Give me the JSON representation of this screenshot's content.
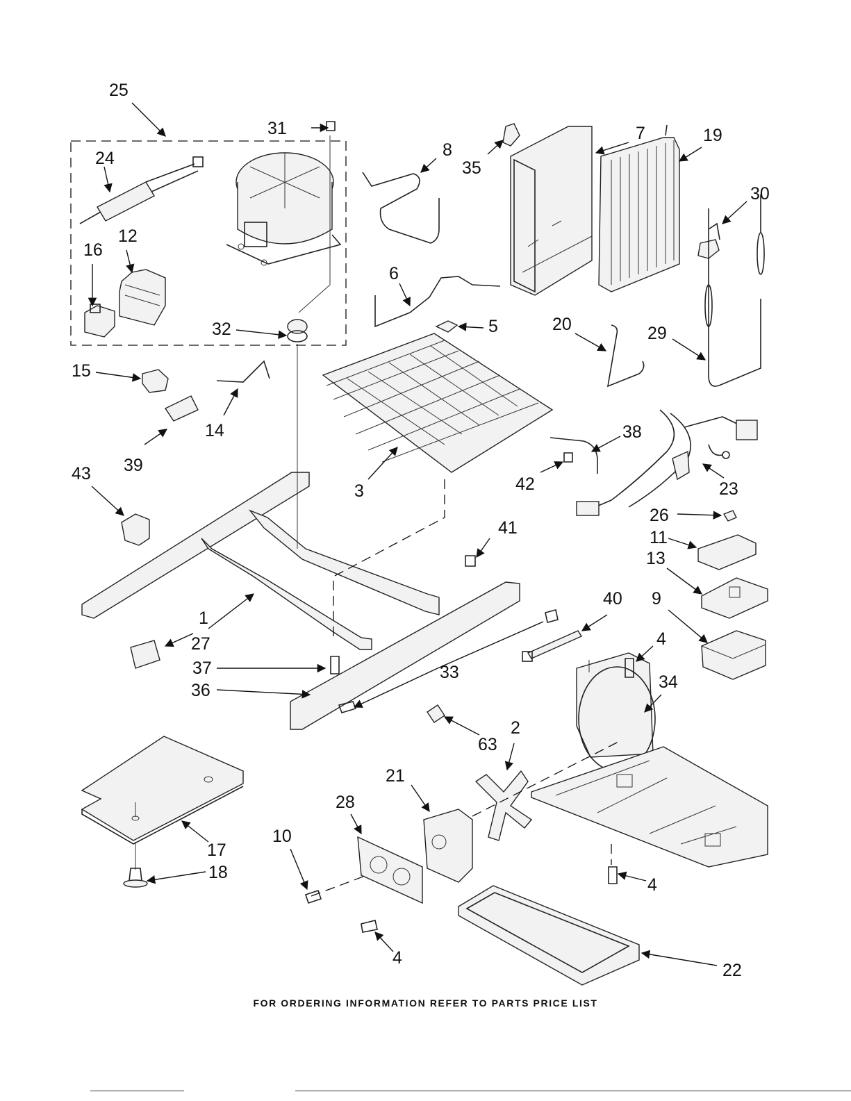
{
  "footer": {
    "text": "FOR ORDERING INFORMATION REFER TO PARTS PRICE LIST"
  },
  "callouts": [
    "25",
    "31",
    "24",
    "8",
    "35",
    "7",
    "19",
    "30",
    "16",
    "12",
    "6",
    "5",
    "32",
    "20",
    "29",
    "15",
    "14",
    "38",
    "39",
    "43",
    "3",
    "42",
    "23",
    "41",
    "26",
    "11",
    "13",
    "1",
    "27",
    "40",
    "9",
    "37",
    "4",
    "33",
    "34",
    "36",
    "63",
    "2",
    "21",
    "28",
    "17",
    "10",
    "18",
    "22"
  ]
}
